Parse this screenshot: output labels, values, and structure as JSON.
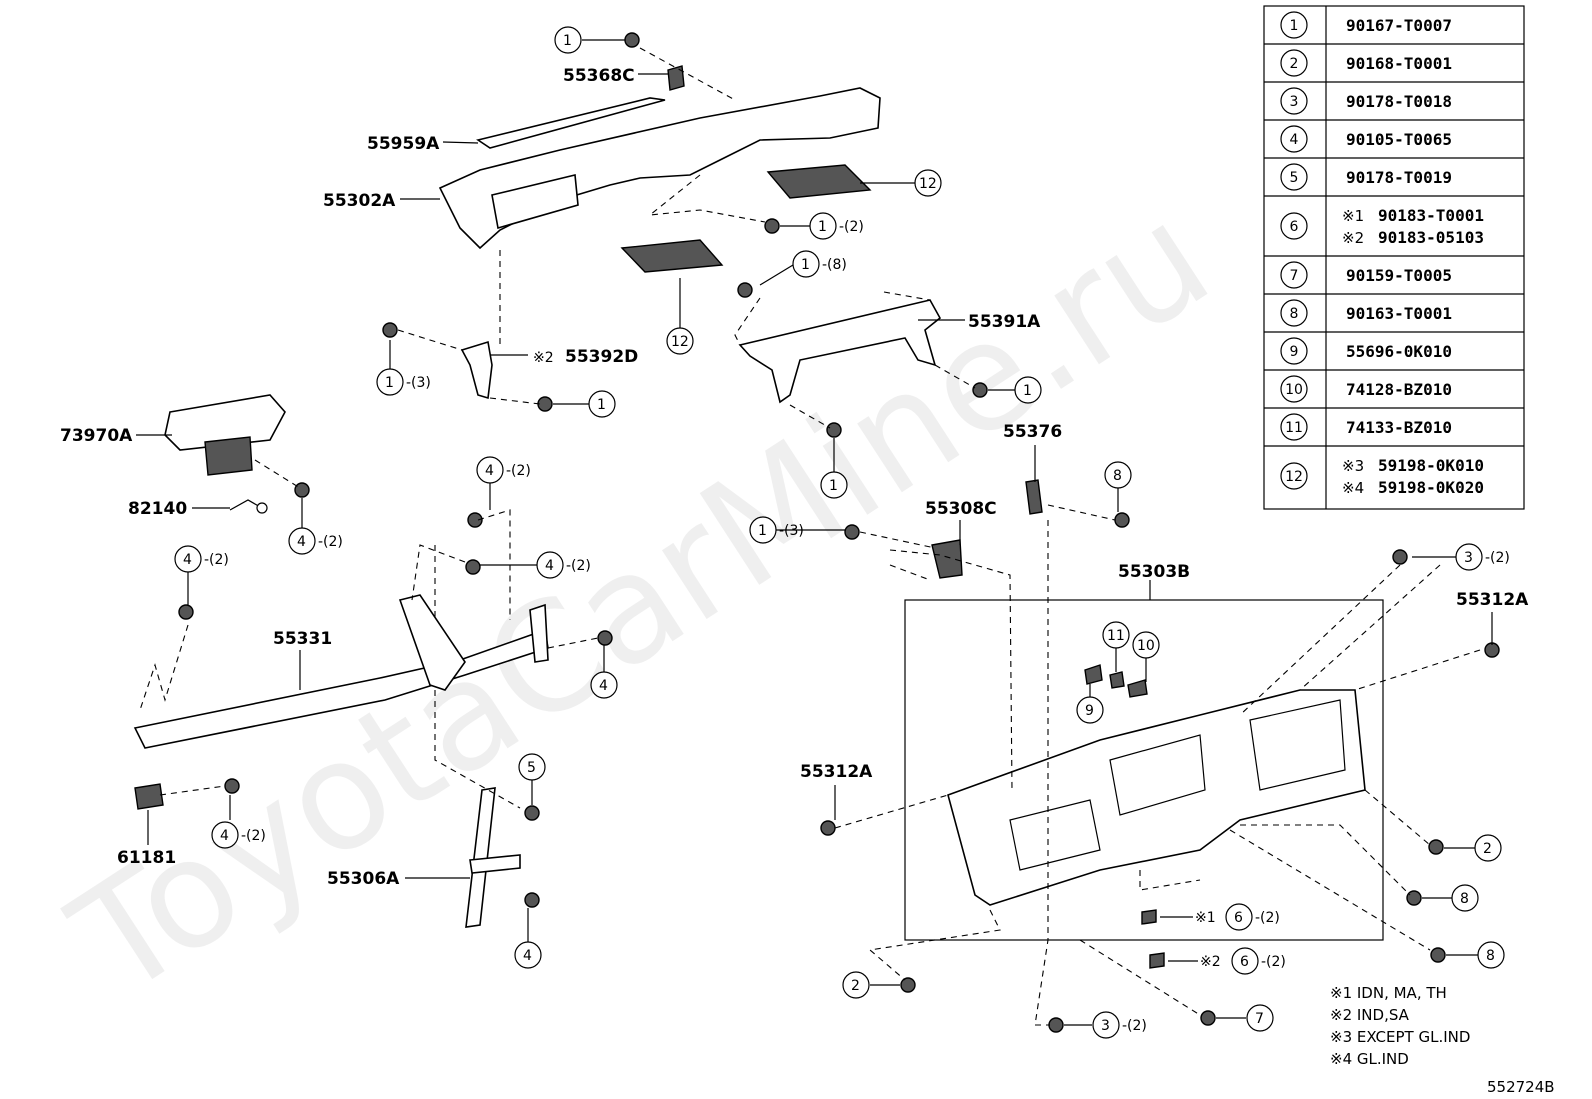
{
  "watermark": "ToyotaCarMine.ru",
  "diagram_id": "552724B",
  "part_labels": {
    "p55368C": "55368C",
    "p55959A": "55959A",
    "p55302A": "55302A",
    "p55392D": "55392D",
    "p55391A": "55391A",
    "p73970A": "73970A",
    "p82140": "82140",
    "p55376": "55376",
    "p55308C": "55308C",
    "p55303B": "55303B",
    "p55312A_right": "55312A",
    "p55312A_left": "55312A",
    "p55331": "55331",
    "p61181": "61181",
    "p55306A": "55306A"
  },
  "marks": {
    "note1": "※1",
    "note2": "※2",
    "note3": "※3",
    "note4": "※4"
  },
  "qty": {
    "q2": "-(2)",
    "q3": "-(3)",
    "q8": "-(8)"
  },
  "callouts": [
    "1",
    "2",
    "3",
    "4",
    "5",
    "6",
    "7",
    "8",
    "9",
    "10",
    "11",
    "12"
  ],
  "reference_table": [
    {
      "no": "1",
      "lines": [
        [
          "",
          "90167-T0007"
        ]
      ]
    },
    {
      "no": "2",
      "lines": [
        [
          "",
          "90168-T0001"
        ]
      ]
    },
    {
      "no": "3",
      "lines": [
        [
          "",
          "90178-T0018"
        ]
      ]
    },
    {
      "no": "4",
      "lines": [
        [
          "",
          "90105-T0065"
        ]
      ]
    },
    {
      "no": "5",
      "lines": [
        [
          "",
          "90178-T0019"
        ]
      ]
    },
    {
      "no": "6",
      "lines": [
        [
          "※1",
          "90183-T0001"
        ],
        [
          "※2",
          "90183-05103"
        ]
      ]
    },
    {
      "no": "7",
      "lines": [
        [
          "",
          "90159-T0005"
        ]
      ]
    },
    {
      "no": "8",
      "lines": [
        [
          "",
          "90163-T0001"
        ]
      ]
    },
    {
      "no": "9",
      "lines": [
        [
          "",
          "55696-0K010"
        ]
      ]
    },
    {
      "no": "10",
      "lines": [
        [
          "",
          "74128-BZ010"
        ]
      ]
    },
    {
      "no": "11",
      "lines": [
        [
          "",
          "74133-BZ010"
        ]
      ]
    },
    {
      "no": "12",
      "lines": [
        [
          "※3",
          "59198-0K010"
        ],
        [
          "※4",
          "59198-0K020"
        ]
      ]
    }
  ],
  "notes": [
    {
      "mark": "※1",
      "text": "IDN, MA, TH"
    },
    {
      "mark": "※2",
      "text": "IND,SA"
    },
    {
      "mark": "※3",
      "text": "EXCEPT GL.IND"
    },
    {
      "mark": "※4",
      "text": "GL.IND"
    }
  ]
}
